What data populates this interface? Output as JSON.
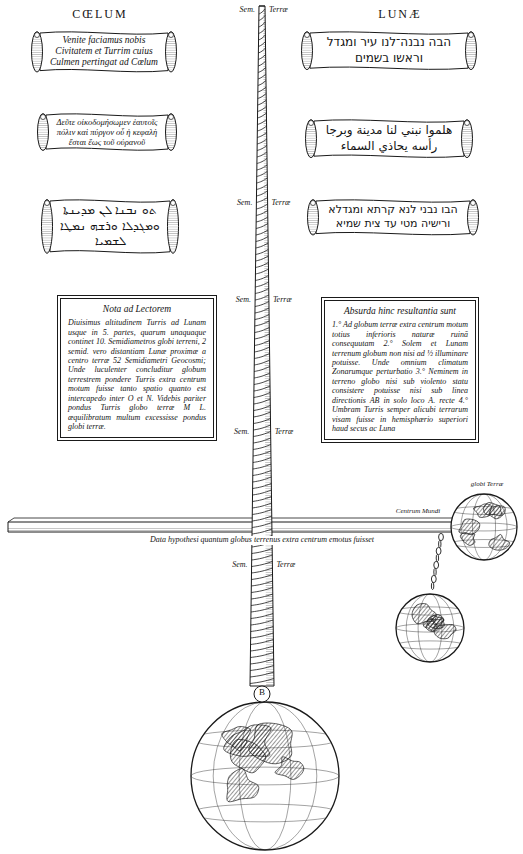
{
  "diagram": {
    "nodes": [
      {
        "text": [
          "Venite faciamus nobis Civitatem et Turrim cuius Culmen pertingat ad Cœlum"
        ]
      },
      {
        "text": [
          "הבה נבנה־לנו עיר ומגדל וראשו בשמים"
        ]
      },
      {
        "text": [
          "Δεῦτε οἰκοδομήσωμεν ἑαυτοῖς πόλιν καὶ πύργον οὗ ἡ κεφαλὴ ἔσται ἕως τοῦ οὐρανοῦ"
        ]
      },
      {
        "text": [
          "هلموا نبني لنا مدينة وبرجا رأسه يحاذي السماء"
        ]
      },
      {
        "text": [
          "ܬܘ ܢܒܢܐ ܠܢ ܡܕܝܢܬܐ ܘܡܓܕܠܐ ܘܪܫܗ ܢܡܛܐ ܠܫܡܝܐ"
        ]
      },
      {
        "text": [
          "הבו נבני לנא קרתא ומגדלא ורישיה מטי עד צית שמיא"
        ]
      },
      {
        "text": [
          "Nota ad Lectorem",
          "Diuisimus altitudinem Turris ad Lunam usque in 5. partes, quarum unaquaque continet 10. Semidiametros globi terreni, 2 semid. vero distantiam Lunæ proximæ a centro terræ 52 Semidiametri Geocosmi; Unde luculenter concluditur globum terrestrem pondere Turris extra centrum motum fuisse tanto spatio quanto est intercapedo inter O et N. Videbis pariter pondus Turris globo terræ M L. æquilibratum multum excessisse pondus globi terræ."
        ]
      },
      {
        "text": [
          "Absurda hinc resultantia sunt",
          "1.° Ad globum terræ extra centrum motum totius inferioris naturæ ruinā consequutam 2.° Solem et Lunam terrenum globum non nisi ad ½ illuminare potuisse. Unde omnium climatum Zonarumque perturbatio 3.° Neminem in terreno globo nisi sub violento statu consistere potuisse nisi sub linea directionis AB in solo loco A. recte 4.° Umbram Turris semper alicubi terrarum visam fuisse in hemisphærio superiori haud secus ac Luna"
        ]
      }
    ],
    "labels": [
      "CŒLUM",
      "Sem.",
      "Terræ",
      "LUNÆ",
      "Sem.",
      "Terræ",
      "Sem.",
      "Terræ",
      "Sem.",
      "Terræ",
      "Centrum Mundi",
      "globi Terræ",
      "Data hypothesi quantum globus terrenus extra centrum emotus fuisset",
      "Sem.",
      "Terræ",
      "B"
    ]
  }
}
